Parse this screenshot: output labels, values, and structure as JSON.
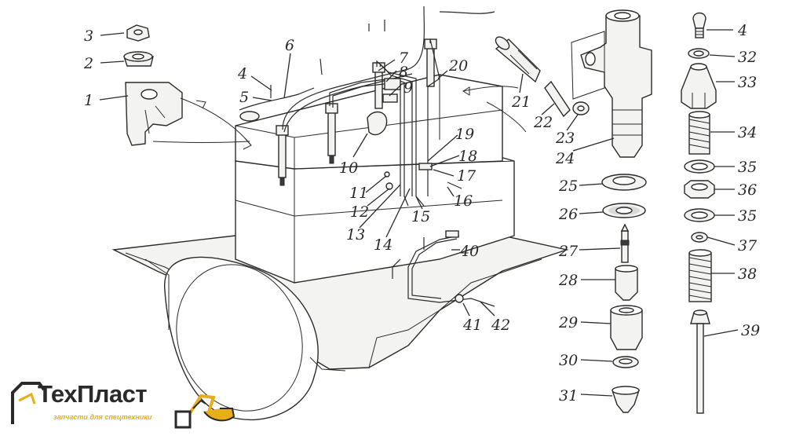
{
  "diagram": {
    "callouts": [
      "1",
      "2",
      "3",
      "4",
      "5",
      "6",
      "7",
      "8",
      "9",
      "10",
      "11",
      "12",
      "13",
      "14",
      "15",
      "16",
      "17",
      "18",
      "19",
      "20",
      "21",
      "22",
      "23",
      "24",
      "25",
      "26",
      "27",
      "28",
      "29",
      "30",
      "31",
      "32",
      "33",
      "34",
      "35",
      "36",
      "37",
      "38",
      "39",
      "40",
      "41",
      "42"
    ],
    "right_column_labels": [
      "4",
      "32",
      "33",
      "34",
      "35",
      "36",
      "35",
      "37",
      "38",
      "39"
    ]
  },
  "logo": {
    "name": "ТехПласт",
    "tagline": "запчасти для спецтехники",
    "colors": {
      "text": "#2a2a2a",
      "accent": "#e8ae1a"
    }
  },
  "colors": {
    "line": "#2a2a2a",
    "background": "#ffffff"
  }
}
